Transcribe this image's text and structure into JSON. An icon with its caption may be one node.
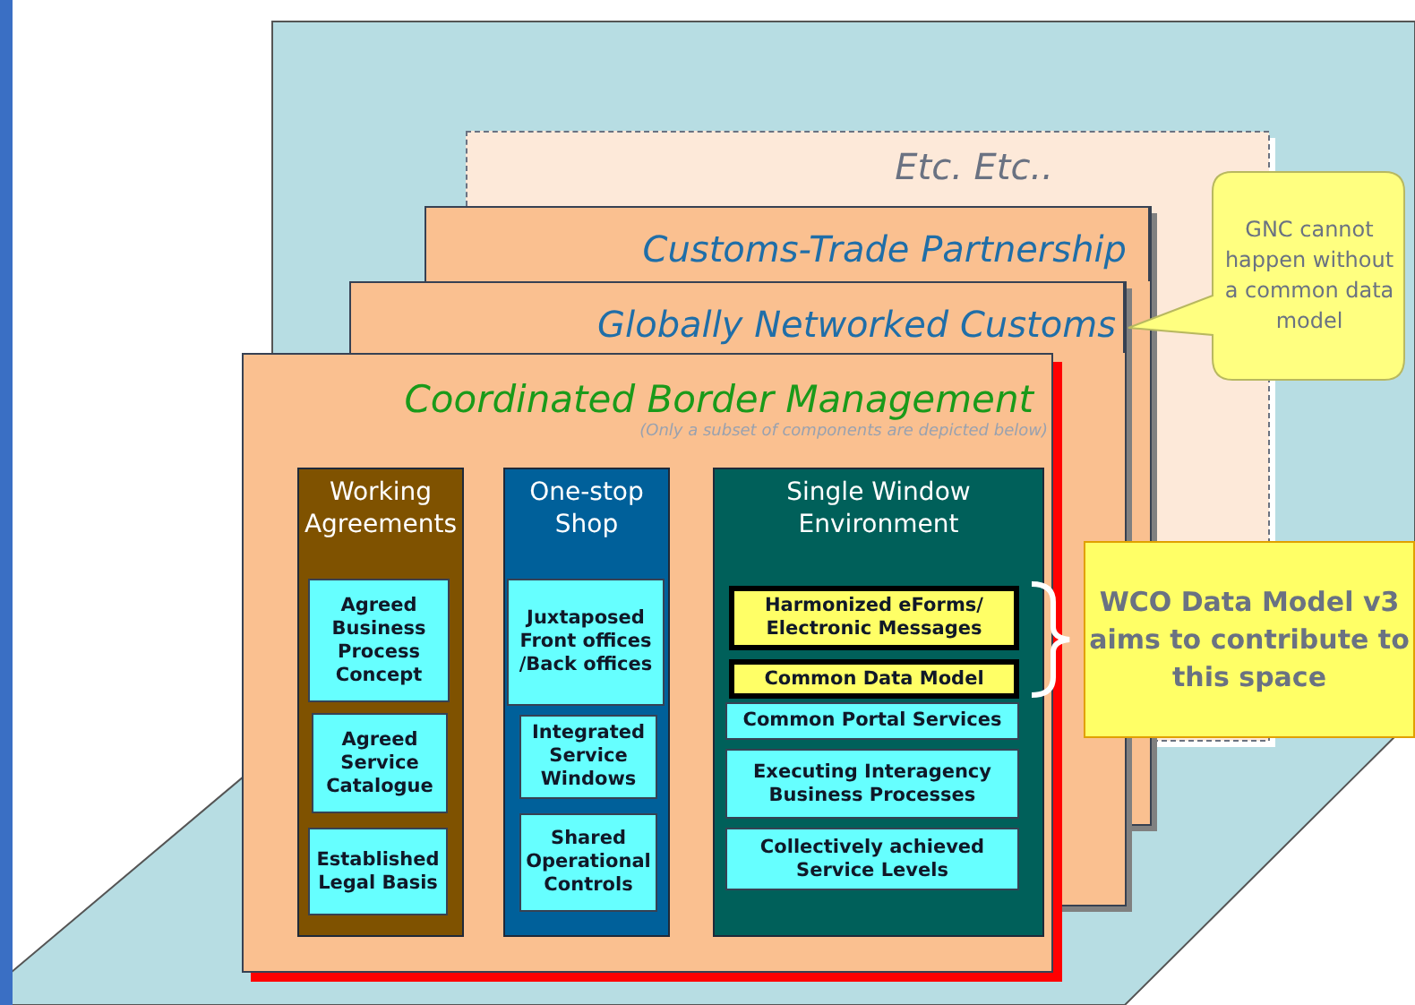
{
  "diagram": {
    "nodes": [
      {
        "text": [
          "Etc. Etc.."
        ]
      },
      {
        "text": [
          "Customs-Trade Partnership"
        ]
      },
      {
        "text": [
          "Globally Networked Customs"
        ]
      },
      {
        "text": [
          "Coordinated Border Management",
          "(Only a subset of components are depicted below)"
        ]
      },
      {
        "text": [
          "Working Agreements"
        ],
        "in": 3
      },
      {
        "text": [
          "Agreed Business Process Concept"
        ],
        "in": 4
      },
      {
        "text": [
          "Agreed Service Catalogue"
        ],
        "in": 4
      },
      {
        "text": [
          "Established Legal Basis"
        ],
        "in": 4
      },
      {
        "text": [
          "One-stop Shop"
        ],
        "in": 3
      },
      {
        "text": [
          "Juxtaposed Front offices /Back offices"
        ],
        "in": 8
      },
      {
        "text": [
          "Integrated Service Windows"
        ],
        "in": 8
      },
      {
        "text": [
          "Shared Operational Controls"
        ],
        "in": 8
      },
      {
        "text": [
          "Single Window Environment"
        ],
        "in": 3
      },
      {
        "text": [
          "Harmonized eForms/ Electronic Messages"
        ],
        "in": 12
      },
      {
        "text": [
          "Common Data Model"
        ],
        "in": 12
      },
      {
        "text": [
          "Common Portal Services"
        ],
        "in": 12
      },
      {
        "text": [
          "Executing Interagency Business Processes"
        ],
        "in": 12
      },
      {
        "text": [
          "Collectively achieved Service Levels"
        ],
        "in": 12
      },
      {
        "text": [
          "GNC cannot happen without a common data model"
        ]
      },
      {
        "text": [
          "WCO Data Model  v3 aims  to contribute to this space"
        ]
      }
    ],
    "edges": []
  }
}
